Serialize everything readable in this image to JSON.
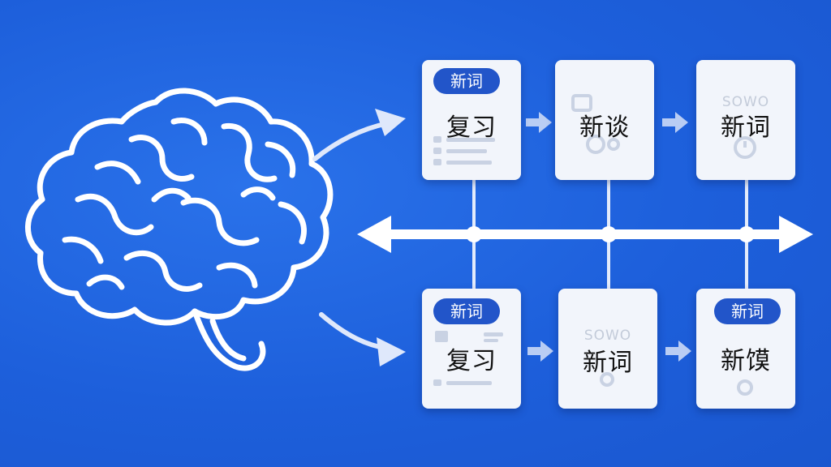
{
  "diagram": {
    "top_row": [
      {
        "badge": "新词",
        "label": "复习",
        "icon": "checklist-icon"
      },
      {
        "badge": "",
        "label": "新谈",
        "icon": "gear-icon"
      },
      {
        "badge": "",
        "label": "新词",
        "faint_word": "SOWO",
        "icon": "clock-icon"
      }
    ],
    "bottom_row": [
      {
        "badge": "新词",
        "label": "复习",
        "icon": "checklist-icon"
      },
      {
        "badge": "",
        "label": "新词",
        "faint_word": "SOWO",
        "icon": "gear-icon"
      },
      {
        "badge": "新词",
        "label": "新馍",
        "icon": "clock-icon"
      }
    ],
    "colors": {
      "background": "#1f63de",
      "card": "#f2f5fb",
      "badge": "#2255c9",
      "line": "#ffffff"
    }
  }
}
